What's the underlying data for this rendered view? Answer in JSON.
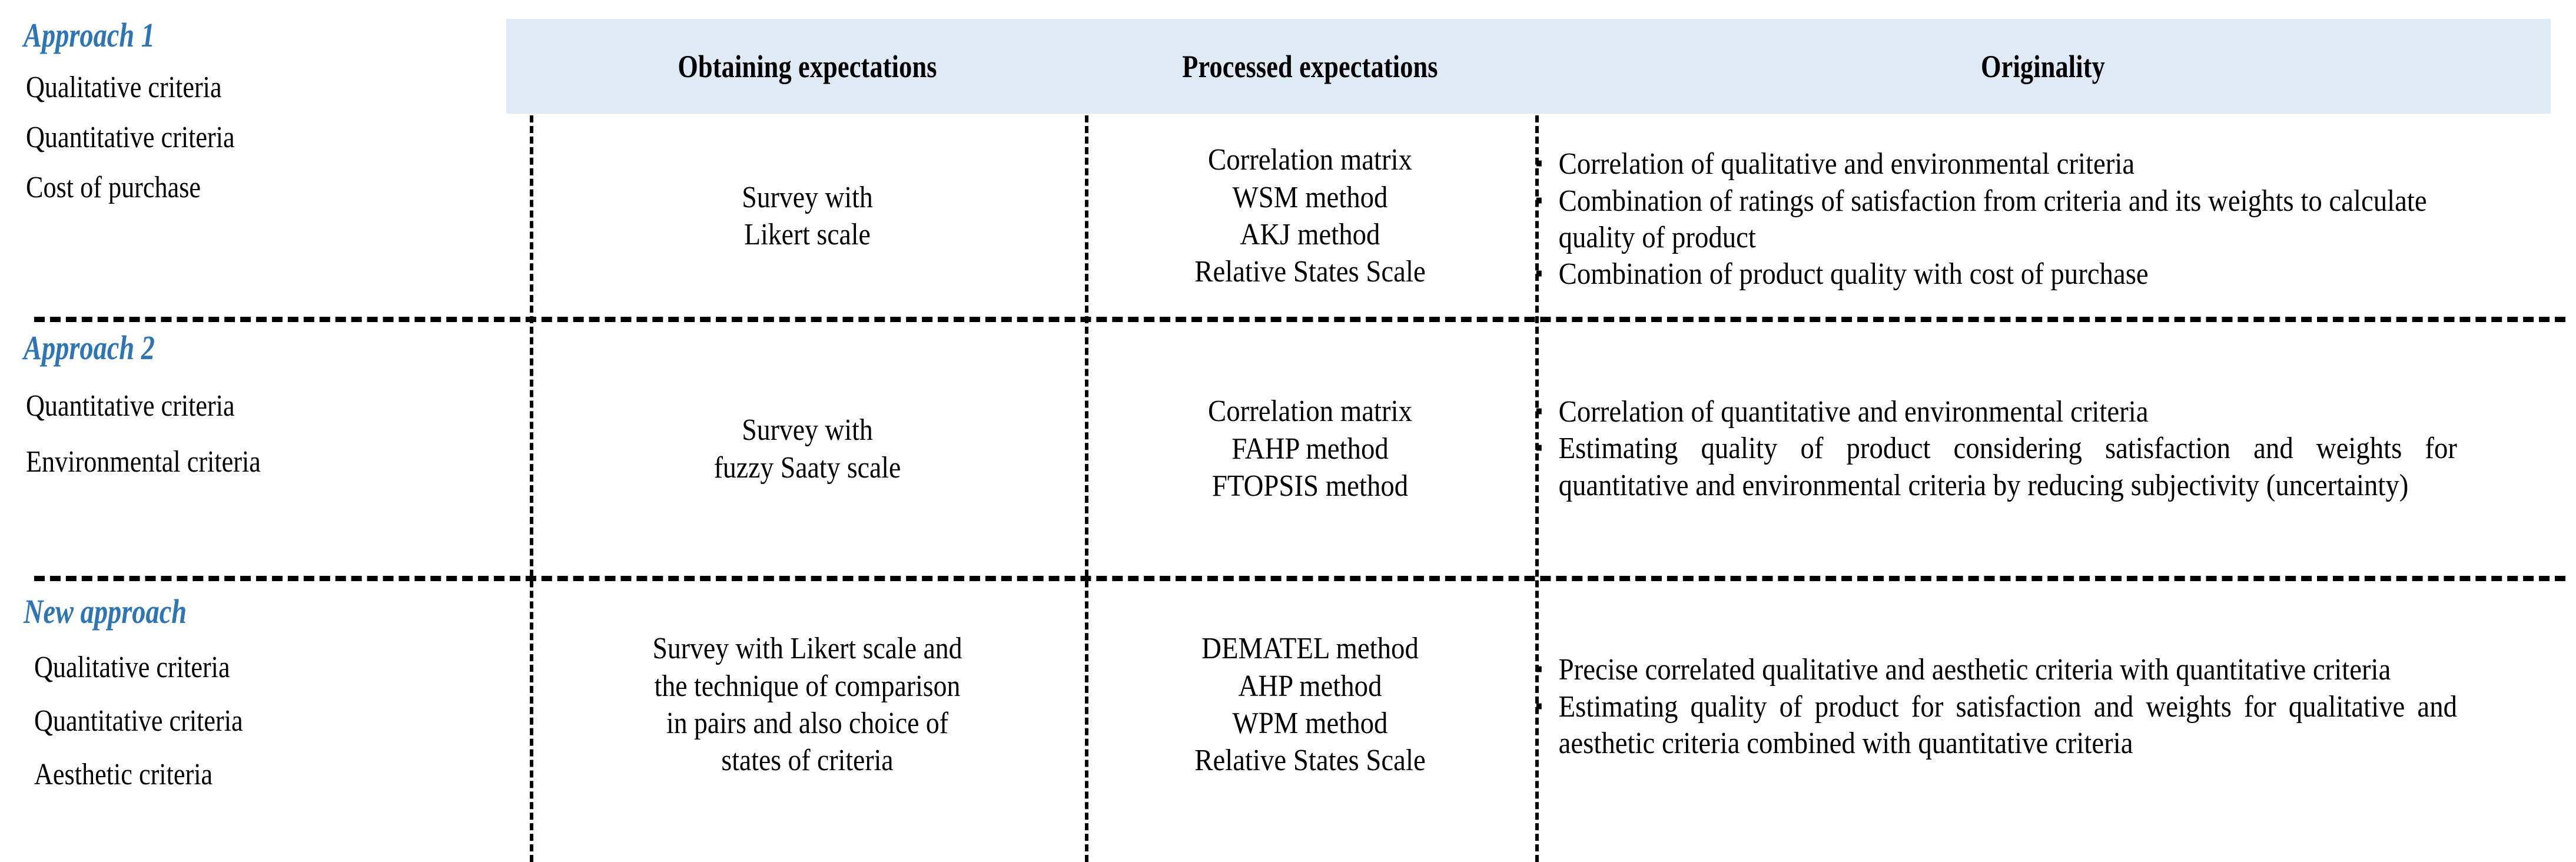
{
  "table": {
    "headers": [
      {
        "id": "obtaining",
        "label": "Obtaining expectations"
      },
      {
        "id": "processed",
        "label": "Processed expectations"
      },
      {
        "id": "originality",
        "label": "Originality"
      }
    ],
    "rows": [
      {
        "approach": "Approach 1",
        "criteria": [
          "Qualitative criteria",
          "Quantitative criteria",
          "Cost of purchase"
        ],
        "obtaining": [
          "Survey with",
          "Likert scale"
        ],
        "processed": [
          "Correlation matrix",
          "WSM method",
          "AKJ method",
          "Relative States Scale"
        ],
        "originality": [
          "Correlation of qualitative and environmental criteria",
          "Combination of ratings of satisfaction from criteria and its weights to calculate quality of product",
          "Combination of product quality with cost of purchase"
        ]
      },
      {
        "approach": "Approach 2",
        "criteria": [
          "Quantitative criteria",
          "Environmental criteria"
        ],
        "obtaining": [
          "Survey with",
          "fuzzy Saaty scale"
        ],
        "processed": [
          "Correlation matrix",
          "FAHP method",
          "FTOPSIS method"
        ],
        "originality": [
          "Correlation of quantitative and environmental criteria",
          "Estimating quality of product considering satisfaction and weights for quantitative and environmental criteria by reducing subjectivity (uncertainty)"
        ]
      },
      {
        "approach": "New approach",
        "criteria": [
          "Qualitative criteria",
          "Quantitative criteria",
          "Aesthetic criteria"
        ],
        "obtaining": [
          "Survey with Likert scale and",
          "the technique of comparison",
          "in pairs and also choice of",
          "states of criteria"
        ],
        "processed": [
          "DEMATEL method",
          "AHP method",
          "WPM method",
          "Relative States Scale"
        ],
        "originality": [
          "Precise correlated qualitative and aesthetic criteria with quantitative criteria",
          "Estimating quality of product for satisfaction and weights for qualitative and aesthetic criteria combined with quantitative criteria"
        ]
      }
    ],
    "bullet_glyph": "▪",
    "colors": {
      "header_background": "#dfeaf6",
      "approach_text": "#2e75b6",
      "body_text": "#000000",
      "rule": "#000000"
    }
  }
}
